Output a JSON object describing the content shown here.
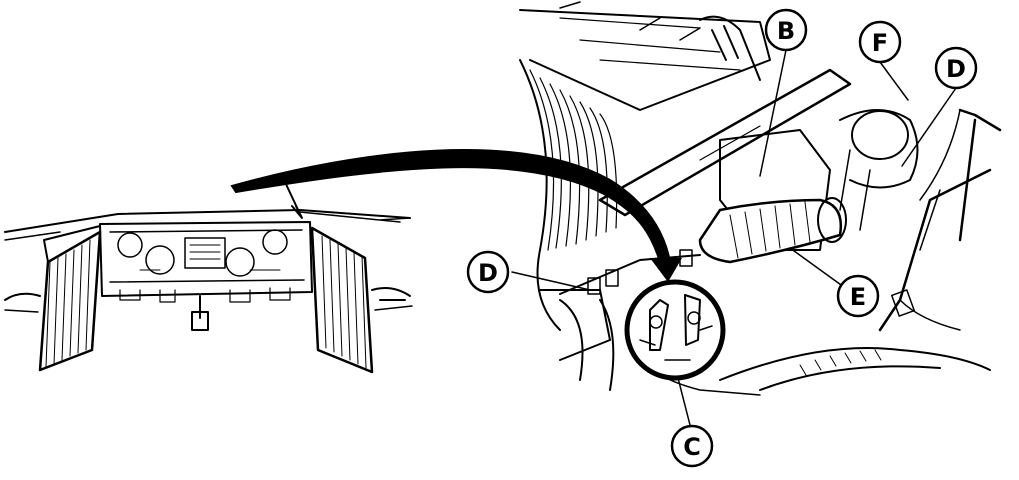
{
  "callouts": {
    "B": "B",
    "F": "F",
    "D_right": "D",
    "D_left": "D",
    "E": "E",
    "C": "C"
  }
}
